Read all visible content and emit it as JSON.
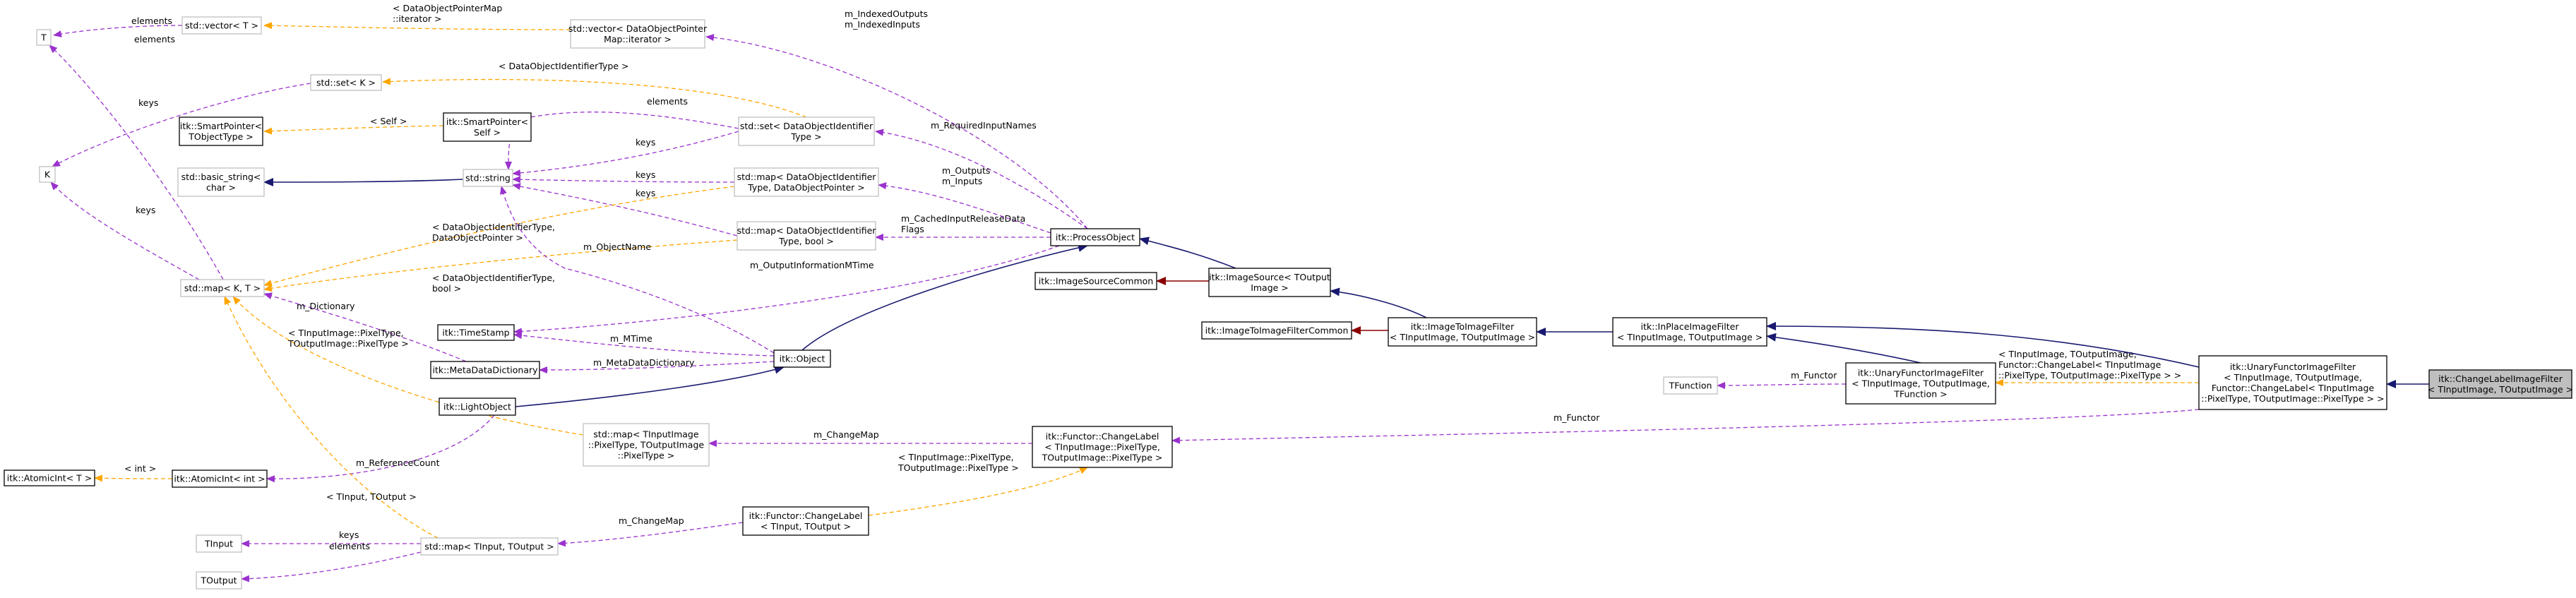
{
  "colors": {
    "inheritance": "#191970",
    "usage": "#9a32cd",
    "template": "#ffa500",
    "private": "#8b0000",
    "highlight_fill": "#bfbfbf",
    "grey_border": "#bfbfbf"
  },
  "nodes": {
    "t": {
      "lines": [
        "T"
      ]
    },
    "k": {
      "lines": [
        "K"
      ]
    },
    "vector_t": {
      "lines": [
        "std::vector< T >"
      ]
    },
    "vector_dop": {
      "lines": [
        "std::vector< DataObjectPointer",
        "Map::iterator >"
      ]
    },
    "set_k": {
      "lines": [
        "std::set< K >"
      ]
    },
    "sp_objtype": {
      "lines": [
        "itk::SmartPointer<",
        "TObjectType >"
      ]
    },
    "sp_self": {
      "lines": [
        "itk::SmartPointer<",
        "Self >"
      ]
    },
    "set_doi": {
      "lines": [
        "std::set< DataObjectIdentifier",
        "Type >"
      ]
    },
    "basic_string": {
      "lines": [
        "std::basic_string<",
        "char >"
      ]
    },
    "string": {
      "lines": [
        "std::string"
      ]
    },
    "map_doi_dop": {
      "lines": [
        "std::map< DataObjectIdentifier",
        "Type, DataObjectPointer >"
      ]
    },
    "map_doi_bool": {
      "lines": [
        "std::map< DataObjectIdentifier",
        "Type, bool >"
      ]
    },
    "map_kt": {
      "lines": [
        "std::map< K, T >"
      ]
    },
    "timestamp": {
      "lines": [
        "itk::TimeStamp"
      ]
    },
    "metadatadict": {
      "lines": [
        "itk::MetaDataDictionary"
      ]
    },
    "lightobject": {
      "lines": [
        "itk::LightObject"
      ]
    },
    "object": {
      "lines": [
        "itk::Object"
      ]
    },
    "processobject": {
      "lines": [
        "itk::ProcessObject"
      ]
    },
    "imagesourcecommon": {
      "lines": [
        "itk::ImageSourceCommon"
      ]
    },
    "imagesource": {
      "lines": [
        "itk::ImageSource< TOutput",
        "Image >"
      ]
    },
    "imagetoimagefiltercommon": {
      "lines": [
        "itk::ImageToImageFilterCommon"
      ]
    },
    "imagetoimagefilter": {
      "lines": [
        "itk::ImageToImageFilter",
        "< TInputImage, TOutputImage >"
      ]
    },
    "inplaceimagefilter": {
      "lines": [
        "itk::InPlaceImageFilter",
        "< TInputImage, TOutputImage >"
      ]
    },
    "atomicint_t": {
      "lines": [
        "itk::AtomicInt< T >"
      ]
    },
    "atomicint_int": {
      "lines": [
        "itk::AtomicInt< int >"
      ]
    },
    "map_pixel": {
      "lines": [
        "std::map< TInputImage",
        "::PixelType, TOutputImage",
        "::PixelType >"
      ]
    },
    "changelabel_pixel": {
      "lines": [
        "itk::Functor::ChangeLabel",
        "< TInputImage::PixelType,",
        "TOutputImage::PixelType >"
      ]
    },
    "tfunction": {
      "lines": [
        "TFunction"
      ]
    },
    "unaryfunctor_tf": {
      "lines": [
        "itk::UnaryFunctorImageFilter",
        "< TInputImage, TOutputImage,",
        "TFunction >"
      ]
    },
    "unaryfunctor_cl": {
      "lines": [
        "itk::UnaryFunctorImageFilter",
        "< TInputImage, TOutputImage,",
        "Functor::ChangeLabel< TInputImage",
        "::PixelType, TOutputImage::PixelType > >"
      ]
    },
    "changelabelimagefilter": {
      "lines": [
        "itk::ChangeLabelImageFilter",
        "< TInputImage, TOutputImage >"
      ]
    },
    "tinput": {
      "lines": [
        "TInput"
      ]
    },
    "toutput": {
      "lines": [
        "TOutput"
      ]
    },
    "map_tin_tout": {
      "lines": [
        "std::map< TInput, TOutput >"
      ]
    },
    "changelabel_tin": {
      "lines": [
        "itk::Functor::ChangeLabel",
        "< TInput, TOutput >"
      ]
    }
  },
  "edges": {
    "vt_t": {
      "lines": [
        "elements"
      ]
    },
    "vd_vt": {
      "lines": [
        "< DataObjectPointerMap",
        "::iterator >"
      ]
    },
    "po_vd": {
      "lines": [
        "m_IndexedOutputs",
        "m_IndexedInputs"
      ]
    },
    "mkt_t": {
      "lines": [
        "elements"
      ]
    },
    "sk_k": {
      "lines": [
        "keys"
      ]
    },
    "sdoi_sk": {
      "lines": [
        "< DataObjectIdentifierType >"
      ]
    },
    "ss_sp": {
      "lines": [
        "< Self >"
      ]
    },
    "sdoi_str": {
      "lines": [
        "elements"
      ]
    },
    "po_sdoi": {
      "lines": [
        "m_RequiredInputNames"
      ]
    },
    "mkt_k": {
      "lines": [
        "keys"
      ]
    },
    "str_keys1": {
      "lines": [
        "keys"
      ]
    },
    "str_keys2": {
      "lines": [
        "keys"
      ]
    },
    "str_keys3": {
      "lines": [
        "keys"
      ]
    },
    "po_mdop": {
      "lines": [
        "m_Outputs",
        "m_Inputs"
      ]
    },
    "po_mdb": {
      "lines": [
        "m_CachedInputReleaseData",
        "Flags"
      ]
    },
    "mdop_mkt": {
      "lines": [
        "< DataObjectIdentifierType,",
        "DataObjectPointer >"
      ]
    },
    "mdb_mkt": {
      "lines": [
        "< DataObjectIdentifierType,",
        "bool >"
      ]
    },
    "po_ts": {
      "lines": [
        "m_OutputInformationMTime"
      ]
    },
    "md_mkt": {
      "lines": [
        "m_Dictionary"
      ]
    },
    "mp_mkt": {
      "lines": [
        "< TInputImage::PixelType,",
        "TOutputImage::PixelType >"
      ]
    },
    "obj_ts": {
      "lines": [
        "m_MTime"
      ]
    },
    "obj_md": {
      "lines": [
        "m_MetaDataDictionary"
      ]
    },
    "obj_str": {
      "lines": [
        "m_ObjectName"
      ]
    },
    "lo_ai": {
      "lines": [
        "m_ReferenceCount"
      ]
    },
    "ai_at": {
      "lines": [
        "< int >"
      ]
    },
    "mtt_mkt": {
      "lines": [
        "< TInput, TOutput >"
      ]
    },
    "cl_mp": {
      "lines": [
        "m_ChangeMap"
      ]
    },
    "clt_mtt": {
      "lines": [
        "m_ChangeMap"
      ]
    },
    "mtt_tin": {
      "lines": [
        "keys"
      ]
    },
    "mtt_tout": {
      "lines": [
        "elements"
      ]
    },
    "clt_cl": {
      "lines": [
        "< TInputImage::PixelType,",
        "TOutputImage::PixelType >"
      ]
    },
    "uftf_tf": {
      "lines": [
        "m_Functor"
      ]
    },
    "uftf_ufcl": {
      "lines": [
        "< TInputImage, TOutputImage,",
        "Functor::ChangeLabel< TInputImage",
        "::PixelType, TOutputImage::PixelType > >"
      ]
    },
    "ufcl_cl": {
      "lines": [
        "m_Functor"
      ]
    }
  }
}
